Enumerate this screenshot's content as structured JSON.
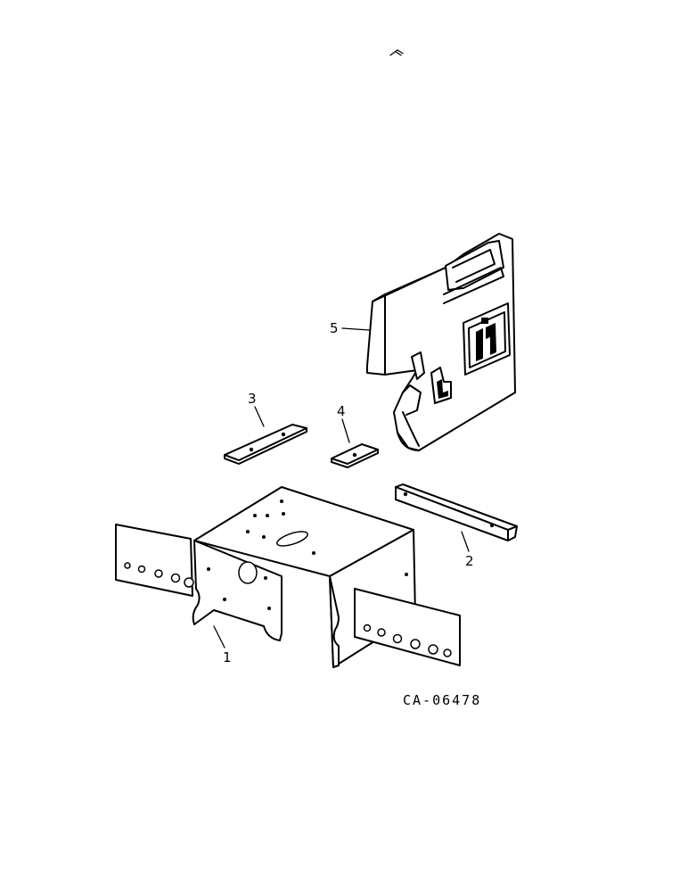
{
  "callouts": {
    "c1": "1",
    "c2": "2",
    "c3": "3",
    "c4": "4",
    "c5": "5"
  },
  "drawing_code": "CA-06478",
  "parts": [
    {
      "number": "1",
      "icon": "frame-bracket"
    },
    {
      "number": "2",
      "icon": "angle-strip"
    },
    {
      "number": "3",
      "icon": "long-shim"
    },
    {
      "number": "4",
      "icon": "short-shim"
    },
    {
      "number": "5",
      "icon": "front-weight-with-ih-logo"
    }
  ]
}
